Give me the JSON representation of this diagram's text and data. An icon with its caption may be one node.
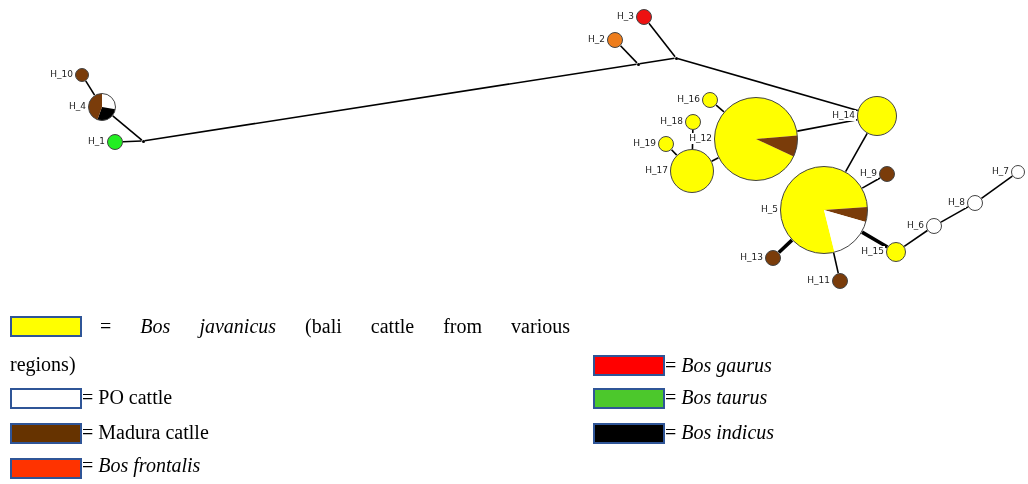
{
  "diagram": {
    "nodes": [
      {
        "text": [],
        "shape": "circle",
        "beside": [
          "H_3"
        ]
      },
      {
        "text": [],
        "shape": "circle",
        "beside": [
          "H_2"
        ]
      },
      {
        "text": [],
        "shape": "point"
      },
      {
        "text": [],
        "shape": "point"
      },
      {
        "text": [],
        "shape": "circle",
        "beside": [
          "H_10"
        ]
      },
      {
        "text": [],
        "shape": "circle",
        "beside": [
          "H_4"
        ]
      },
      {
        "text": [],
        "shape": "point"
      },
      {
        "text": [],
        "shape": "circle",
        "beside": [
          "H_1"
        ]
      },
      {
        "text": [],
        "shape": "circle",
        "beside": [
          "H_16"
        ]
      },
      {
        "text": [],
        "shape": "circle",
        "beside": [
          "H_14"
        ]
      },
      {
        "text": [],
        "shape": "circle",
        "beside": [
          "H_18"
        ]
      },
      {
        "text": [],
        "shape": "circle",
        "beside": [
          "H_12"
        ]
      },
      {
        "text": [],
        "shape": "circle",
        "beside": [
          "H_19"
        ]
      },
      {
        "text": [],
        "shape": "circle",
        "beside": [
          "H_17"
        ]
      },
      {
        "text": [],
        "shape": "circle",
        "beside": [
          "H_9"
        ]
      },
      {
        "text": [],
        "shape": "circle",
        "beside": [
          "H_7"
        ]
      },
      {
        "text": [],
        "shape": "circle",
        "beside": [
          "H_5"
        ]
      },
      {
        "text": [],
        "shape": "circle",
        "beside": [
          "H_8"
        ]
      },
      {
        "text": [],
        "shape": "circle",
        "beside": [
          "H_6"
        ]
      },
      {
        "text": [],
        "shape": "circle",
        "beside": [
          "H_15"
        ]
      },
      {
        "text": [],
        "shape": "circle",
        "beside": [
          "H_13"
        ]
      },
      {
        "text": [],
        "shape": "circle",
        "beside": [
          "H_11"
        ]
      }
    ],
    "edges": [
      {
        "from": 4,
        "to": 5,
        "arrow": "none"
      },
      {
        "from": 5,
        "to": 6,
        "arrow": "none"
      },
      {
        "from": 7,
        "to": 6,
        "arrow": "none"
      },
      {
        "from": 6,
        "to": 3,
        "arrow": "none"
      },
      {
        "from": 3,
        "to": 1,
        "arrow": "none"
      },
      {
        "from": 3,
        "to": 2,
        "arrow": "none"
      },
      {
        "from": 2,
        "to": 0,
        "arrow": "none"
      },
      {
        "from": 2,
        "to": 9,
        "arrow": "none"
      },
      {
        "from": 9,
        "to": 11,
        "arrow": "none"
      },
      {
        "from": 9,
        "to": 16,
        "arrow": "none"
      },
      {
        "from": 11,
        "to": 8,
        "arrow": "none"
      },
      {
        "from": 11,
        "to": 13,
        "arrow": "none"
      },
      {
        "from": 13,
        "to": 10,
        "arrow": "none"
      },
      {
        "from": 13,
        "to": 12,
        "arrow": "none"
      },
      {
        "from": 16,
        "to": 14,
        "arrow": "none"
      },
      {
        "from": 16,
        "to": 20,
        "arrow": "none",
        "style": "thick"
      },
      {
        "from": 16,
        "to": 21,
        "arrow": "none"
      },
      {
        "from": 16,
        "to": 19,
        "arrow": "none",
        "style": "thick"
      },
      {
        "from": 19,
        "to": 18,
        "arrow": "none"
      },
      {
        "from": 18,
        "to": 17,
        "arrow": "none"
      },
      {
        "from": 17,
        "to": 15,
        "arrow": "none"
      }
    ],
    "legend": [
      {
        "text": "= *Bos javanicus* (bali cattle from various regions)",
        "color": "#ffff00"
      },
      {
        "text": "= *Bos gaurus*",
        "color": "#ff0000"
      },
      {
        "text": "= PO cattle",
        "color": "#ffffff"
      },
      {
        "text": "= *Bos taurus*",
        "color": "#4cc82c"
      },
      {
        "text": "= Madura catlle",
        "color": "#663300"
      },
      {
        "text": "= *Bos indicus*",
        "color": "#000000"
      },
      {
        "text": "= *Bos frontalis*",
        "color": "#ff3300"
      }
    ]
  }
}
